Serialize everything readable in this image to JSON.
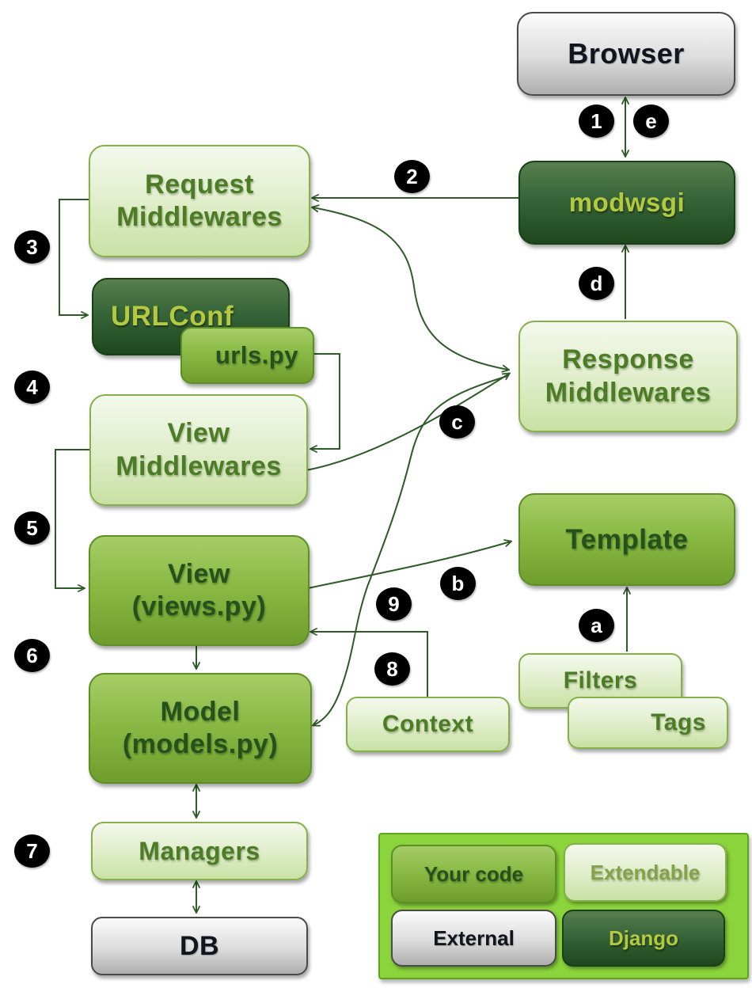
{
  "diagram": {
    "nodes": {
      "browser": {
        "label": "Browser",
        "type": "external"
      },
      "modwsgi": {
        "label": "modwsgi",
        "type": "django"
      },
      "request_mw": {
        "label": "Request\nMiddlewares",
        "type": "extendable"
      },
      "urlconf": {
        "label": "URLConf",
        "type": "django"
      },
      "urls_py": {
        "label": "urls.py",
        "type": "your_code"
      },
      "view_mw": {
        "label": "View\nMiddlewares",
        "type": "extendable"
      },
      "view": {
        "label": "View\n(views.py)",
        "type": "your_code"
      },
      "model": {
        "label": "Model\n(models.py)",
        "type": "your_code"
      },
      "managers": {
        "label": "Managers",
        "type": "extendable"
      },
      "db": {
        "label": "DB",
        "type": "external"
      },
      "response_mw": {
        "label": "Response\nMiddlewares",
        "type": "extendable"
      },
      "template": {
        "label": "Template",
        "type": "your_code"
      },
      "filters": {
        "label": "Filters",
        "type": "extendable"
      },
      "tags": {
        "label": "Tags",
        "type": "extendable"
      },
      "context": {
        "label": "Context",
        "type": "extendable"
      }
    },
    "badges": {
      "s1": "1",
      "s2": "2",
      "s3": "3",
      "s4": "4",
      "s5": "5",
      "s6": "6",
      "s7": "7",
      "s8": "8",
      "s9": "9",
      "la": "a",
      "lb": "b",
      "lc": "c",
      "ld": "d",
      "le": "e"
    },
    "legend": {
      "your_code": "Your code",
      "extendable": "Extendable",
      "external": "External",
      "django": "Django"
    },
    "colors": {
      "your_code_fill": "#8aba45",
      "extendable_fill": "#e3efcf",
      "external_fill": "#dcdcdc",
      "django_fill": "#2d5a2b",
      "legend_panel": "#8bd43c",
      "connector": "#2d5a27",
      "badge_bg": "#000000",
      "badge_text": "#ffffff",
      "django_text": "#b2c940",
      "code_text": "#24511c",
      "extendable_text": "#4d7c27"
    }
  }
}
